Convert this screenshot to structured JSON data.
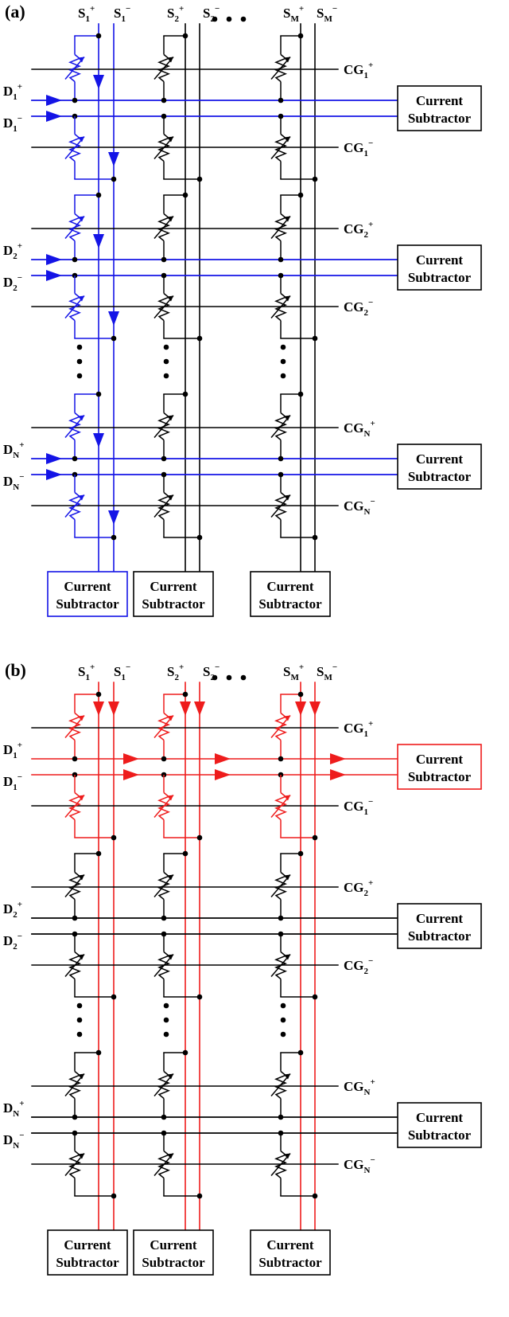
{
  "panels": [
    {
      "label": "(a)",
      "columns": [
        {
          "plus_base": "S",
          "plus_sub": "1",
          "plus_sup": "+",
          "minus_base": "S",
          "minus_sub": "1",
          "minus_sup": "−"
        },
        {
          "plus_base": "S",
          "plus_sub": "2",
          "plus_sup": "+",
          "minus_base": "S",
          "minus_sub": "2",
          "minus_sup": "−"
        },
        {
          "plus_base": "S",
          "plus_sub": "M",
          "plus_sup": "+",
          "minus_base": "S",
          "minus_sub": "M",
          "minus_sup": "−"
        }
      ],
      "rows": [
        {
          "d_plus": {
            "base": "D",
            "sub": "1",
            "sup": "+"
          },
          "d_minus": {
            "base": "D",
            "sub": "1",
            "sup": "−"
          },
          "cg_plus": {
            "base": "CG",
            "sub": "1",
            "sup": "+"
          },
          "cg_minus": {
            "base": "CG",
            "sub": "1",
            "sup": "−"
          }
        },
        {
          "d_plus": {
            "base": "D",
            "sub": "2",
            "sup": "+"
          },
          "d_minus": {
            "base": "D",
            "sub": "2",
            "sup": "−"
          },
          "cg_plus": {
            "base": "CG",
            "sub": "2",
            "sup": "+"
          },
          "cg_minus": {
            "base": "CG",
            "sub": "2",
            "sup": "−"
          }
        },
        {
          "d_plus": {
            "base": "D",
            "sub": "N",
            "sup": "+"
          },
          "d_minus": {
            "base": "D",
            "sub": "N",
            "sup": "−"
          },
          "cg_plus": {
            "base": "CG",
            "sub": "N",
            "sup": "+"
          },
          "cg_minus": {
            "base": "CG",
            "sub": "N",
            "sup": "−"
          }
        }
      ],
      "row_subtractor": {
        "line1": "Current",
        "line2": "Subtractor"
      },
      "col_subtractor": {
        "line1": "Current",
        "line2": "Subtractor"
      },
      "ellipsis": "• • •",
      "highlight_color": "#1414e6",
      "highlight": "column-1"
    },
    {
      "label": "(b)",
      "columns": [
        {
          "plus_base": "S",
          "plus_sub": "1",
          "plus_sup": "+",
          "minus_base": "S",
          "minus_sub": "1",
          "minus_sup": "−"
        },
        {
          "plus_base": "S",
          "plus_sub": "2",
          "plus_sup": "+",
          "minus_base": "S",
          "minus_sub": "2",
          "minus_sup": "−"
        },
        {
          "plus_base": "S",
          "plus_sub": "M",
          "plus_sup": "+",
          "minus_base": "S",
          "minus_sub": "M",
          "minus_sup": "−"
        }
      ],
      "rows": [
        {
          "d_plus": {
            "base": "D",
            "sub": "1",
            "sup": "+"
          },
          "d_minus": {
            "base": "D",
            "sub": "1",
            "sup": "−"
          },
          "cg_plus": {
            "base": "CG",
            "sub": "1",
            "sup": "+"
          },
          "cg_minus": {
            "base": "CG",
            "sub": "1",
            "sup": "−"
          }
        },
        {
          "d_plus": {
            "base": "D",
            "sub": "2",
            "sup": "+"
          },
          "d_minus": {
            "base": "D",
            "sub": "2",
            "sup": "−"
          },
          "cg_plus": {
            "base": "CG",
            "sub": "2",
            "sup": "+"
          },
          "cg_minus": {
            "base": "CG",
            "sub": "2",
            "sup": "−"
          }
        },
        {
          "d_plus": {
            "base": "D",
            "sub": "N",
            "sup": "+"
          },
          "d_minus": {
            "base": "D",
            "sub": "N",
            "sup": "−"
          },
          "cg_plus": {
            "base": "CG",
            "sub": "N",
            "sup": "+"
          },
          "cg_minus": {
            "base": "CG",
            "sub": "N",
            "sup": "−"
          }
        }
      ],
      "row_subtractor": {
        "line1": "Current",
        "line2": "Subtractor"
      },
      "col_subtractor": {
        "line1": "Current",
        "line2": "Subtractor"
      },
      "ellipsis": "• • •",
      "highlight_color": "#ee1c1c",
      "highlight": "row-1"
    }
  ]
}
